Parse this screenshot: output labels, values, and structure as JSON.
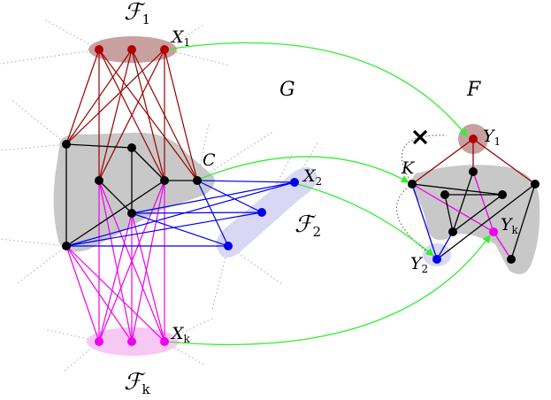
{
  "labels": {
    "F1_calligraphic": "ℱ",
    "F1_sub": "1",
    "F2_calligraphic": "ℱ",
    "F2_sub": "2",
    "Fk_calligraphic": "ℱ",
    "Fk_sub": "k",
    "X1": "X",
    "X1_sub": "1",
    "X2": "X",
    "X2_sub": "2",
    "Xk": "X",
    "Xk_sub": "k",
    "C": "C",
    "G": "G",
    "F": "F",
    "Y1": "Y",
    "Y1_sub": "1",
    "Y2": "Y",
    "Y2_sub": "2",
    "Yk": "Y",
    "Yk_sub": "k",
    "K": "K",
    "cross": "✖"
  },
  "colors": {
    "red_edges": "#990000",
    "red_node": "#b00000",
    "blue_edges": "#0000ee",
    "magenta_edges": "#ee00ee",
    "green_arrows": "#33ee33",
    "black": "#000000",
    "gray_region": "#c8c8c8",
    "red_region": "#c9a0a0",
    "blue_region": "#d8d8f4",
    "pink_region": "#f8c8f4"
  },
  "icons": {
    "cross": "cross-icon"
  }
}
